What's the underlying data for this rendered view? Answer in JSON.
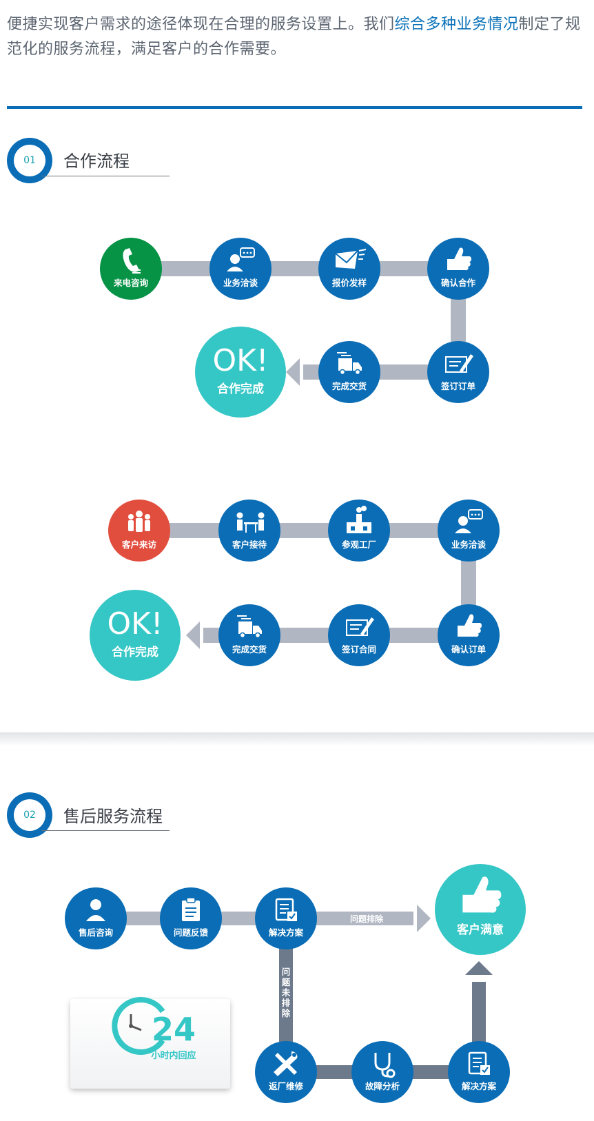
{
  "intro": {
    "text_before": "便捷实现客户需求的途径体现在合理的服务设置上。我们",
    "highlight": "综合多种业务情况",
    "text_after": "制定了规范化的服务流程，满足客户的合作需要。"
  },
  "colors": {
    "blue": "#0a6db5",
    "green": "#079346",
    "red": "#e24e3e",
    "teal": "#35c6c6",
    "connector": "#b1b7c2",
    "connector_dark": "#6d7a8c"
  },
  "section1": {
    "number": "01",
    "title": "合作流程",
    "flow1": {
      "nodes": [
        {
          "label": "来电咨询",
          "icon": "phone-icon"
        },
        {
          "label": "业务洽谈",
          "icon": "person-chat-icon"
        },
        {
          "label": "报价发样",
          "icon": "envelope-icon"
        },
        {
          "label": "确认合作",
          "icon": "thumbs-up-icon"
        },
        {
          "label": "签订订单",
          "icon": "contract-sign-icon"
        },
        {
          "label": "完成交货",
          "icon": "truck-icon"
        }
      ],
      "end_big": "OK!",
      "end_small": "合作完成"
    },
    "flow2": {
      "nodes": [
        {
          "label": "客户来访",
          "icon": "people-icon"
        },
        {
          "label": "客户接待",
          "icon": "reception-icon"
        },
        {
          "label": "参观工厂",
          "icon": "factory-icon"
        },
        {
          "label": "业务洽谈",
          "icon": "person-chat-icon"
        },
        {
          "label": "确认订单",
          "icon": "thumbs-up-icon"
        },
        {
          "label": "签订合同",
          "icon": "contract-sign-icon"
        },
        {
          "label": "完成交货",
          "icon": "truck-icon"
        }
      ],
      "end_big": "OK!",
      "end_small": "合作完成"
    }
  },
  "section2": {
    "number": "02",
    "title": "售后服务流程",
    "nodes": [
      {
        "label": "售后咨询",
        "icon": "woman-headset-icon"
      },
      {
        "label": "问题反馈",
        "icon": "clipboard-icon"
      },
      {
        "label": "解决方案",
        "icon": "checklist-icon"
      },
      {
        "label": "返厂维修",
        "icon": "tools-icon"
      },
      {
        "label": "故障分析",
        "icon": "stethoscope-icon"
      },
      {
        "label": "解决方案",
        "icon": "checklist-icon"
      }
    ],
    "satisfied": "客户满意",
    "arrow_solved": "问题排除",
    "arrow_unsolved": "问题未排除",
    "card": {
      "number": "24",
      "text": "小时内回应",
      "icon": "clock-icon"
    }
  }
}
